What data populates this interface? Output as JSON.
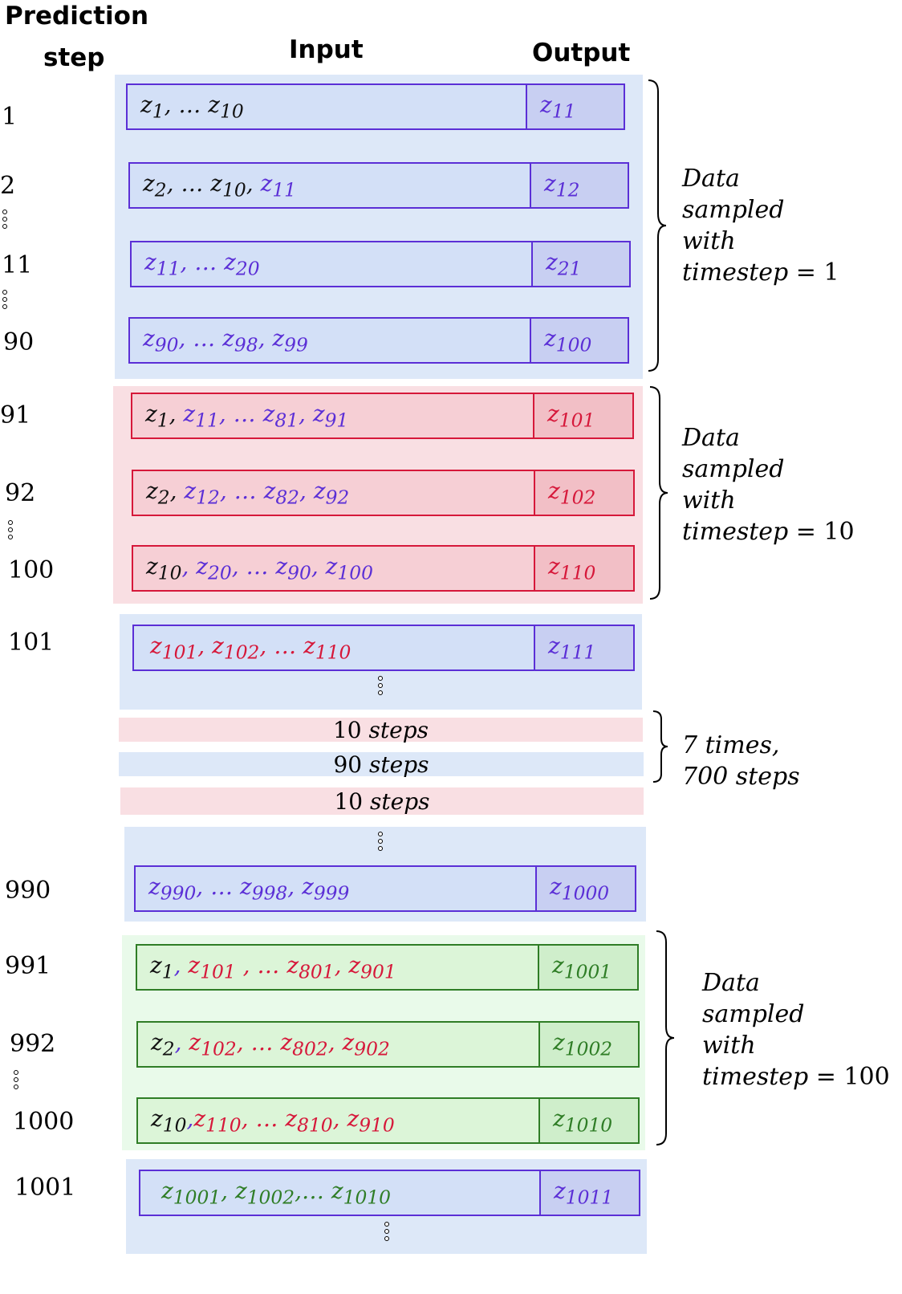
{
  "header": {
    "prediction": "Prediction",
    "step": "step",
    "input": "Input",
    "output": "Output"
  },
  "rows": [
    {
      "step": "1",
      "input_html": "<span class='c-black'>z<sub>1</sub>, … z<sub>10</sub></span>",
      "output_html": "<span class='c-blue'>z<sub>11</sub></span>"
    },
    {
      "step": "2",
      "input_html": "<span class='c-black'>z<sub>2</sub>, … z<sub>10</sub>,</span> <span class='c-blue'>z<sub>11</sub></span>",
      "output_html": "<span class='c-blue'>z<sub>12</sub></span>"
    },
    {
      "step": "11",
      "input_html": "<span class='c-blue'>z<sub>11</sub>, … z<sub>20</sub></span>",
      "output_html": "<span class='c-blue'>z<sub>21</sub></span>"
    },
    {
      "step": "90",
      "input_html": "<span class='c-blue'>z<sub>90</sub>, … z<sub>98</sub>, z<sub>99</sub></span>",
      "output_html": "<span class='c-blue'>z<sub>100</sub></span>"
    },
    {
      "step": "91",
      "input_html": "<span class='c-black'>z<sub>1</sub>,</span> <span class='c-blue'>z<sub>11</sub>, … z<sub>81</sub>, z<sub>91</sub></span>",
      "output_html": "<span class='c-red'>z<sub>101</sub></span>"
    },
    {
      "step": "92",
      "input_html": "<span class='c-black'>z<sub>2</sub>,</span> <span class='c-blue'>z<sub>12</sub>, … z<sub>82</sub>, z<sub>92</sub></span>",
      "output_html": "<span class='c-red'>z<sub>102</sub></span>"
    },
    {
      "step": "100",
      "input_html": "<span class='c-black'>z<sub>10</sub></span><span class='c-blue'>, z<sub>20</sub>, … z<sub>90</sub>, z<sub>100</sub></span>",
      "output_html": "<span class='c-red'>z<sub>110</sub></span>"
    },
    {
      "step": "101",
      "input_html": "<span class='c-red'>z<sub>101</sub>, z<sub>102</sub>, … z<sub>110</sub></span>",
      "output_html": "<span class='c-blue'>z<sub>111</sub></span>"
    },
    {
      "step": "990",
      "input_html": "<span class='c-blue'>z<sub>990</sub>, … z<sub>998</sub>, z<sub>999</sub></span>",
      "output_html": "<span class='c-blue'>z<sub>1000</sub></span>"
    },
    {
      "step": "991",
      "input_html": "<span class='c-black'>z<sub>1</sub></span><span class='c-blue'>,</span> <span class='c-red'>z<sub>101</sub> , … z<sub>801</sub>, z<sub>901</sub></span>",
      "output_html": "<span class='c-green'>z<sub>1001</sub></span>"
    },
    {
      "step": "992",
      "input_html": "<span class='c-black'>z<sub>2</sub></span><span class='c-blue'>,</span> <span class='c-red'>z<sub>102</sub>, … z<sub>802</sub>, z<sub>902</sub></span>",
      "output_html": "<span class='c-green'>z<sub>1002</sub></span>"
    },
    {
      "step": "1000",
      "input_html": "<span class='c-black'>z<sub>10</sub></span><span class='c-blue'>,</span><span class='c-red'>z<sub>110</sub>, … z<sub>810</sub>, z<sub>910</sub></span>",
      "output_html": "<span class='c-green'>z<sub>1010</sub></span>"
    },
    {
      "step": "1001",
      "input_html": "<span class='c-green'>z<sub>1001</sub>, z<sub>1002</sub>,… z<sub>1010</sub></span>",
      "output_html": "<span class='c-blue'>z<sub>1011</sub></span>"
    }
  ],
  "bands": {
    "b1": {
      "num": "10",
      "word": "steps"
    },
    "b2": {
      "num": "90",
      "word": "steps"
    },
    "b3": {
      "num": "10",
      "word": "steps"
    }
  },
  "notes": {
    "n1": {
      "l1": "Data",
      "l2": "sampled",
      "l3": "with",
      "l4": "timestep",
      "eq": " = 1"
    },
    "n2": {
      "l1": "Data",
      "l2": "sampled",
      "l3": "with",
      "l4": "timestep",
      "eq": " = 10"
    },
    "n3": {
      "l1": "7 times,",
      "l2": "700 steps"
    },
    "n4": {
      "l1": "Data",
      "l2": "sampled",
      "l3": "with",
      "l4": "timestep",
      "eq": " = 100"
    }
  },
  "colors": {
    "blue": "#5b2fd6",
    "red": "#d6183a",
    "green": "#2f7d26",
    "panel_blue": "#dde8f8",
    "panel_red": "#f9dfe3",
    "panel_green": "#e9faea"
  }
}
